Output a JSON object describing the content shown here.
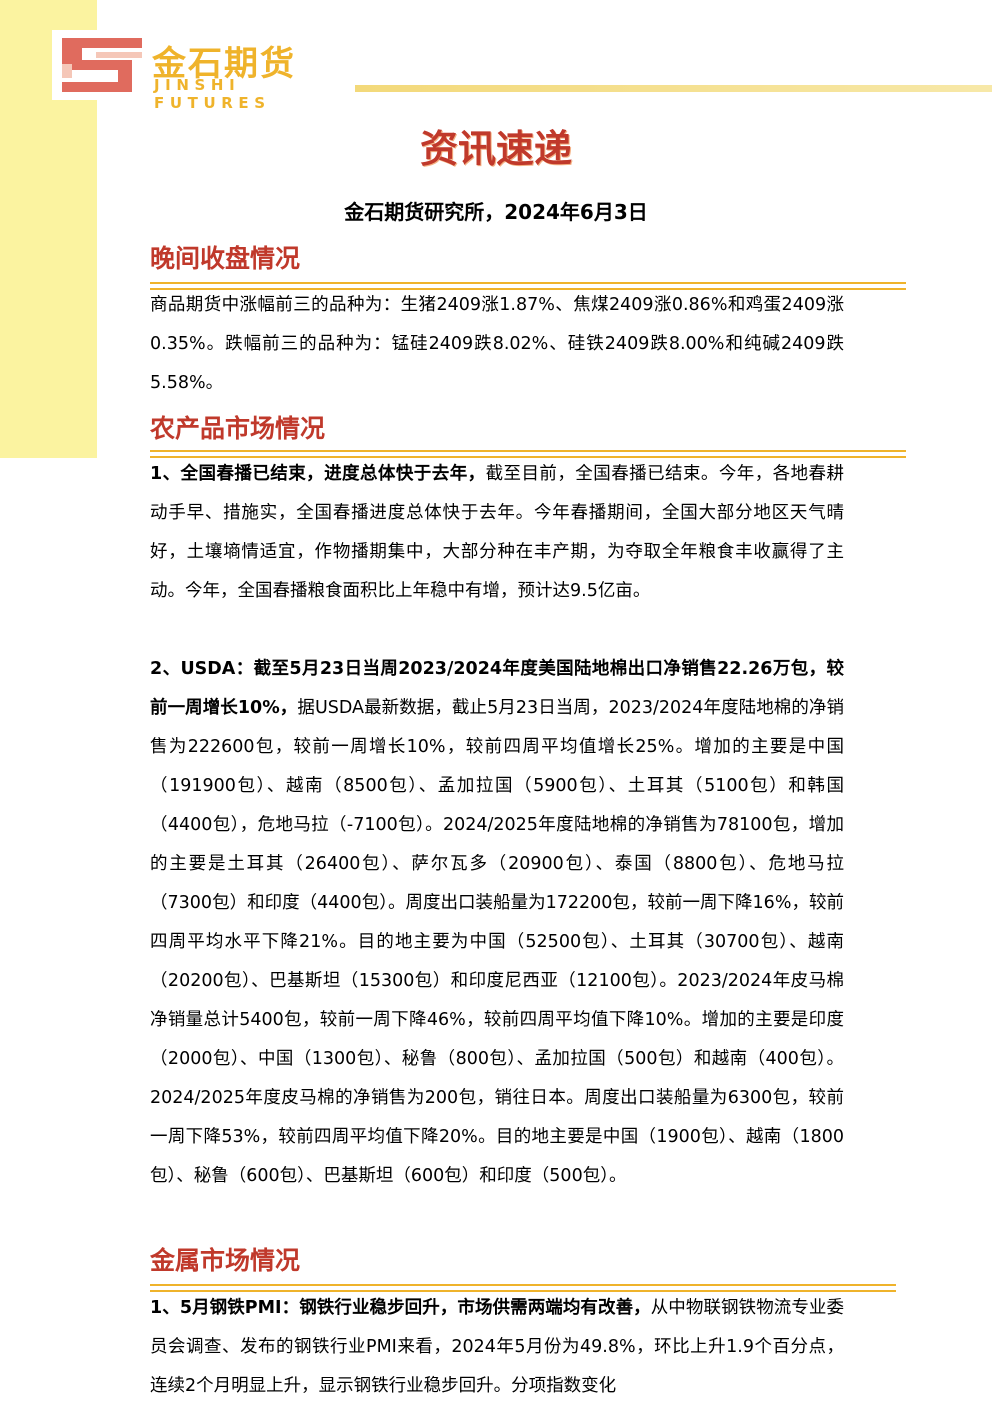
{
  "brand": {
    "name_cn": "金石期货",
    "name_en": "JINSHI FUTURES",
    "accent": "#efb32b",
    "logo_red": "#e06b5e",
    "band_color": "#fbf3a0"
  },
  "title": "资讯速递",
  "subtitle": "金石期货研究所，2024年6月3日",
  "sections": {
    "night": {
      "heading": "晚间收盘情况",
      "text": "商品期货中涨幅前三的品种为：生猪2409涨1.87%、焦煤2409涨0.86%和鸡蛋2409涨0.35%。跌幅前三的品种为：锰硅2409跌8.02%、硅铁2409跌8.00%和纯碱2409跌5.58%。"
    },
    "agri": {
      "heading": "农产品市场情况",
      "p1_lead": "1、全国春播已结束，进度总体快于去年，",
      "p1_text": "截至目前，全国春播已结束。今年，各地春耕动手早、措施实，全国春播进度总体快于去年。今年春播期间，全国大部分地区天气晴好，土壤墒情适宜，作物播期集中，大部分种在丰产期，为夺取全年粮食丰收赢得了主动。今年，全国春播粮食面积比上年稳中有增，预计达9.5亿亩。",
      "p2_lead": "2、USDA：截至5月23日当周2023/2024年度美国陆地棉出口净销售22.26万包，较前一周增长10%，",
      "p2_text": "据USDA最新数据，截止5月23日当周，2023/2024年度陆地棉的净销售为222600包，较前一周增长10%，较前四周平均值增长25%。增加的主要是中国（191900包）、越南（8500包）、孟加拉国（5900包）、土耳其（5100包）和韩国（4400包），危地马拉（-7100包）。2024/2025年度陆地棉的净销售为78100包，增加的主要是土耳其（26400包）、萨尔瓦多（20900包）、泰国（8800包）、危地马拉（7300包）和印度（4400包）。周度出口装船量为172200包，较前一周下降16%，较前四周平均水平下降21%。目的地主要为中国（52500包）、土耳其（30700包）、越南（20200包）、巴基斯坦（15300包）和印度尼西亚（12100包）。2023/2024年皮马棉净销量总计5400包，较前一周下降46%，较前四周平均值下降10%。增加的主要是印度（2000包）、中国（1300包）、秘鲁（800包）、孟加拉国（500包）和越南（400包）。2024/2025年度皮马棉的净销售为200包，销往日本。周度出口装船量为6300包，较前一周下降53%，较前四周平均值下降20%。目的地主要是中国（1900包）、越南（1800包）、秘鲁（600包）、巴基斯坦（600包）和印度（500包）。"
    },
    "metal": {
      "heading": "金属市场情况",
      "p1_lead": "1、5月钢铁PMI：钢铁行业稳步回升，市场供需两端均有改善，",
      "p1_text": "从中物联钢铁物流专业委员会调查、发布的钢铁行业PMI来看，2024年5月份为49.8%，环比上升1.9个百分点，连续2个月明显上升，显示钢铁行业稳步回升。分项指数变化"
    }
  }
}
